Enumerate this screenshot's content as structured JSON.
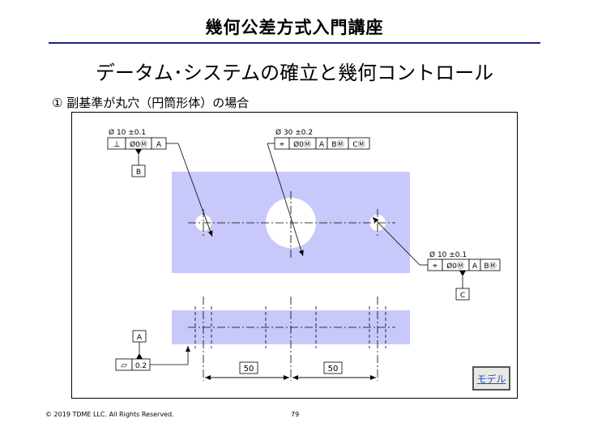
{
  "header": {
    "title": "幾何公差方式入門講座"
  },
  "slide": {
    "subtitle": "データム･システムの確立と幾何コントロール",
    "case_label": "① 副基準が丸穴（円筒形体）の場合"
  },
  "drawing": {
    "left_hole": {
      "size": "Ø 10 ±0.1",
      "frame": [
        "⊥",
        "Ø0Ⓜ",
        "A"
      ],
      "datum": "B"
    },
    "center_hole": {
      "size": "Ø 30 ±0.2",
      "frame": [
        "⌖",
        "Ø0Ⓜ",
        "A",
        "BⓂ",
        "CⓂ"
      ]
    },
    "right_hole": {
      "size": "Ø 10 ±0.1",
      "frame": [
        "⌖",
        "Ø0Ⓜ",
        "A",
        "BⓂ"
      ],
      "datum": "C"
    },
    "flatness": {
      "symbol": "▱",
      "value": "0.2",
      "datum": "A"
    },
    "dimensions": [
      "50",
      "50"
    ]
  },
  "model_button": {
    "label": "モデル"
  },
  "footer": {
    "copyright": "© 2019 TDME LLC. All Rights Reserved.",
    "page": "79"
  },
  "colors": {
    "part_fill": "#c8c8fa",
    "rule": "#1a237e"
  }
}
